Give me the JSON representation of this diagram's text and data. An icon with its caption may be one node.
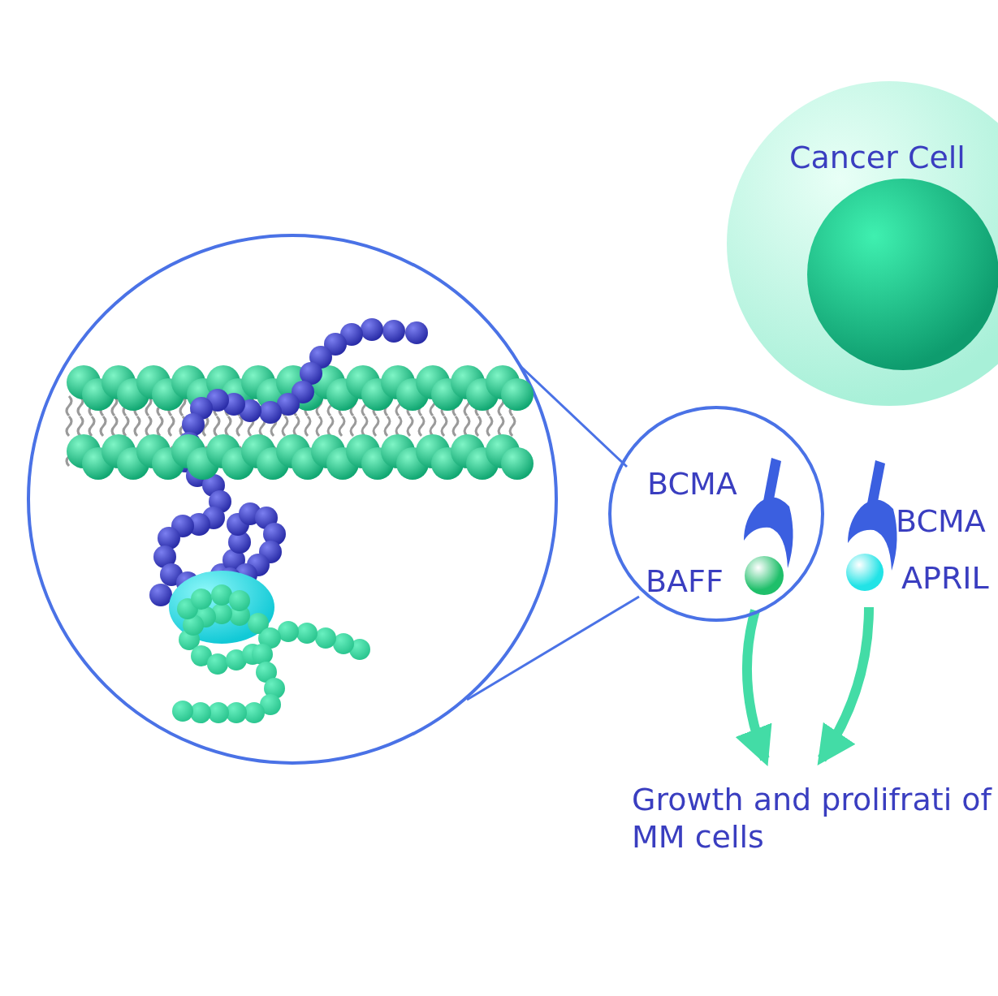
{
  "diagram": {
    "nodes": [
      {
        "text": [
          "Cancer Cell"
        ]
      },
      {
        "text": [],
        "shape": "picture"
      },
      {
        "text": [
          "BCMA",
          "BAFF"
        ]
      },
      {
        "text": [],
        "shape": "circle",
        "in": 2
      },
      {
        "text": [],
        "shape": "circle",
        "beside": [
          "APRIL"
        ]
      },
      {
        "text": [
          "Growth and prolifrati of MM cells"
        ]
      }
    ],
    "edges": [
      {
        "from": 1,
        "to": 2,
        "arrow": "none"
      },
      {
        "from": 1,
        "to": 2,
        "arrow": "none"
      },
      {
        "from": 3,
        "to": 5,
        "arrow": "to",
        "style": "thick",
        "color": "#43dca6"
      },
      {
        "from": 4,
        "to": 5,
        "arrow": "to",
        "style": "thick",
        "color": "#43dca6"
      }
    ],
    "labels": [
      "BCMA"
    ]
  }
}
